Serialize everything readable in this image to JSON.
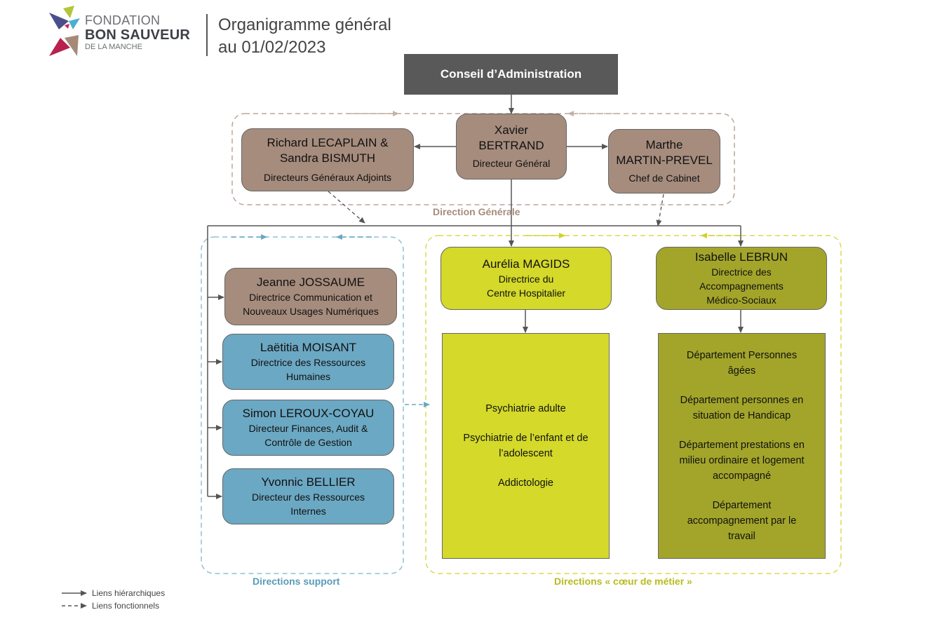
{
  "logo": {
    "line1": "FONDATION",
    "line2": "BON SAUVEUR",
    "line3": "DE LA MANCHE"
  },
  "title": {
    "line1": "Organigramme général",
    "line2": "au 01/02/2023"
  },
  "board": {
    "label": "Conseil d’Administration"
  },
  "dg": {
    "first": "Xavier",
    "last": "BERTRAND",
    "role": "Directeur Général"
  },
  "dga": {
    "name_line1": "Richard LECAPLAIN &",
    "name_line2": "Sandra BISMUTH",
    "role": "Directeurs Généraux Adjoints"
  },
  "cabinet": {
    "first": "Marthe",
    "last": "MARTIN-PREVEL",
    "role": "Chef de Cabinet"
  },
  "direction_generale_label": "Direction Générale",
  "support": {
    "label": "Directions support",
    "items": [
      {
        "name": "Jeanne JOSSAUME",
        "role_line1": "Directrice Communication et",
        "role_line2": "Nouveaux Usages Numériques"
      },
      {
        "name": "Laëtitia MOISANT",
        "role_line1": "Directrice des Ressources",
        "role_line2": "Humaines"
      },
      {
        "name": "Simon LEROUX-COYAU",
        "role_line1": "Directeur Finances, Audit &",
        "role_line2": "Contrôle de Gestion"
      },
      {
        "name": "Yvonnic BELLIER",
        "role_line1": "Directeur des Ressources",
        "role_line2": "Internes"
      }
    ]
  },
  "coeur_label": "Directions « cœur de métier »",
  "hospital": {
    "name": "Aurélia MAGIDS",
    "role_line1": "Directrice du",
    "role_line2": "Centre Hospitalier",
    "departments": [
      {
        "line1": "Psychiatrie adulte",
        "line2": ""
      },
      {
        "line1": "Psychiatrie de l’enfant et de",
        "line2": "l’adolescent"
      },
      {
        "line1": "Addictologie",
        "line2": ""
      }
    ]
  },
  "medico": {
    "name": "Isabelle LEBRUN",
    "role_line1": "Directrice des",
    "role_line2": "Accompagnements",
    "role_line3": "Médico-Sociaux",
    "departments": [
      {
        "lines": [
          "Département Personnes",
          "âgées"
        ]
      },
      {
        "lines": [
          "Département personnes en",
          "situation de Handicap"
        ]
      },
      {
        "lines": [
          "Département prestations en",
          "milieu ordinaire et logement",
          "accompagné"
        ]
      },
      {
        "lines": [
          "Département",
          "accompagnement par le",
          "travail"
        ]
      }
    ]
  },
  "legend": {
    "hierarchical": "Liens hiérarchiques",
    "functional": "Liens fonctionnels"
  },
  "colors": {
    "board": "#595959",
    "brown": "#a68c7d",
    "blue": "#6ba8c3",
    "lime": "#d4d92a",
    "olive": "#a3a52a",
    "support_dash": "#8fc1d6",
    "coeur_dash": "#d9dc4a",
    "dg_dash": "#b8a79b"
  }
}
